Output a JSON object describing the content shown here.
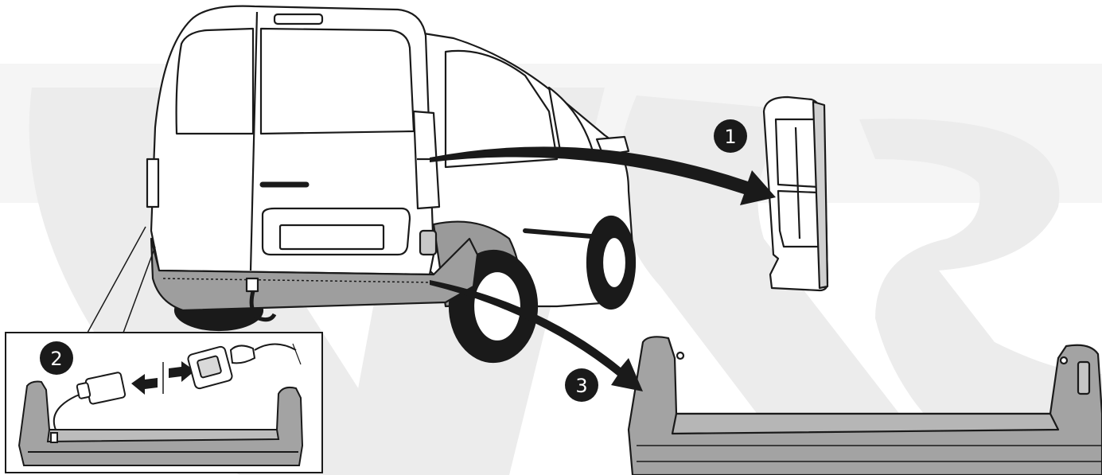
{
  "steps": [
    {
      "number": "1",
      "part": "tail-light"
    },
    {
      "number": "2",
      "part": "wiring-connector"
    },
    {
      "number": "3",
      "part": "rear-bumper"
    }
  ],
  "colors": {
    "outline": "#1a1a1a",
    "watermark": "#ececec",
    "body_panel": "#ffffff",
    "bumper_gray": "#a3a3a3",
    "bumper_dark": "#8a8a8a",
    "arrow": "#1a1a1a",
    "badge": "#1a1a1a",
    "badge_text": "#ffffff"
  },
  "icons": [
    "van-rear-illustration",
    "tail-light-icon",
    "bumper-icon",
    "connector-plug-icon"
  ]
}
